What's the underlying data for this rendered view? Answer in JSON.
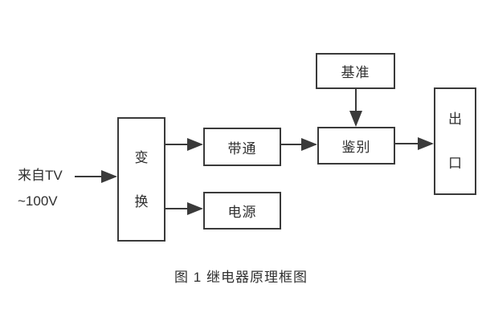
{
  "diagram": {
    "caption": "图 1  继电器原理框图",
    "input": {
      "line1": "来自TV",
      "line2": "~100V"
    },
    "nodes": {
      "transform": "变\n换",
      "bandpass": "带通",
      "power": "电源",
      "reference": "基准",
      "discriminator": "鉴别",
      "output": "出\n口"
    },
    "colors": {
      "line": "#3a3a3a",
      "text": "#2f2f2f",
      "background": "#ffffff"
    }
  }
}
